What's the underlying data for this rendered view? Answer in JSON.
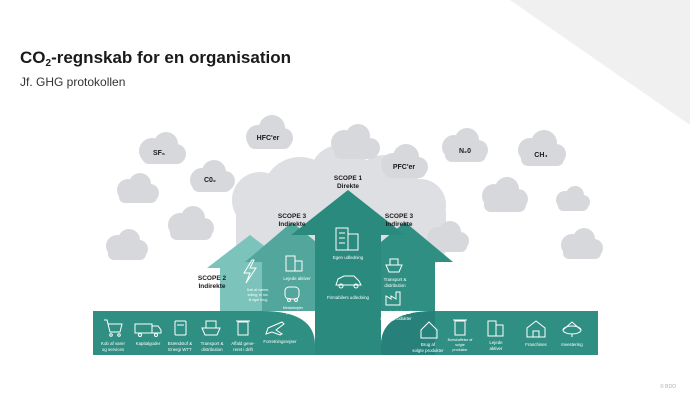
{
  "header": {
    "title_prefix": "CO",
    "title_sub": "2",
    "title_rest": "-regnskab for en organisation",
    "subtitle": "Jf. GHG protokollen"
  },
  "gases": {
    "sf6": "SF₆",
    "co2": "C0₂",
    "hfc": "HFC'er",
    "pfc": "PFC'er",
    "n2o": "N₂0",
    "ch4": "CH₄"
  },
  "scopes": {
    "scope1_title": "SCOPE 1",
    "scope1_sub": "Direkte",
    "scope2_title": "SCOPE 2",
    "scope2_sub": "Indirekte",
    "scope3_left_title": "SCOPE 3",
    "scope3_left_sub": "Indirekte",
    "scope3_right_title": "SCOPE 3",
    "scope3_right_sub": "Indirekte"
  },
  "scope1_items": {
    "egen_udledning": "Egen udledning",
    "firmabiler": "Firmabilers udledning"
  },
  "scope2_items": {
    "line1": "Kob af varme,",
    "line2": "koling, el mv.",
    "line3": "til eget brug"
  },
  "upstream": {
    "kob": [
      "Kob af varer",
      "og services"
    ],
    "kapitalgoder": "Kapitalgoder",
    "braendstof": [
      "Brændstof &",
      "Energi WTT"
    ],
    "transport": [
      "Transport &",
      "distribution"
    ],
    "affald": [
      "Affald gene-",
      "reret i drift"
    ],
    "forretningsrejser": "Forretningsrejser",
    "medarbejder": [
      "Medarbejder",
      "pendling"
    ],
    "lejede": "Lejede aktiver"
  },
  "downstream": {
    "transport": [
      "Transport &",
      "distribution"
    ],
    "bearbejdning": [
      "Bearbejdning af",
      "solgte produkter"
    ],
    "brug": [
      "Brug af",
      "solgte produkter"
    ],
    "bortskaffelse": [
      "Bortskaffelse af",
      "solgte",
      "produkter"
    ],
    "lejede": [
      "Lejede",
      "aktiver"
    ],
    "franchises": "Franchises",
    "investering": "Investering"
  },
  "footer": {
    "copyright": "© BDO"
  },
  "colors": {
    "teal_dark": "#1e7066",
    "teal": "#2f8f83",
    "teal_mid": "#52a69c",
    "teal_light": "#7cc3bc",
    "cloud": "#dedfe2",
    "cloud_dark": "#d1d3d6",
    "corner": "#f0f0f0"
  }
}
